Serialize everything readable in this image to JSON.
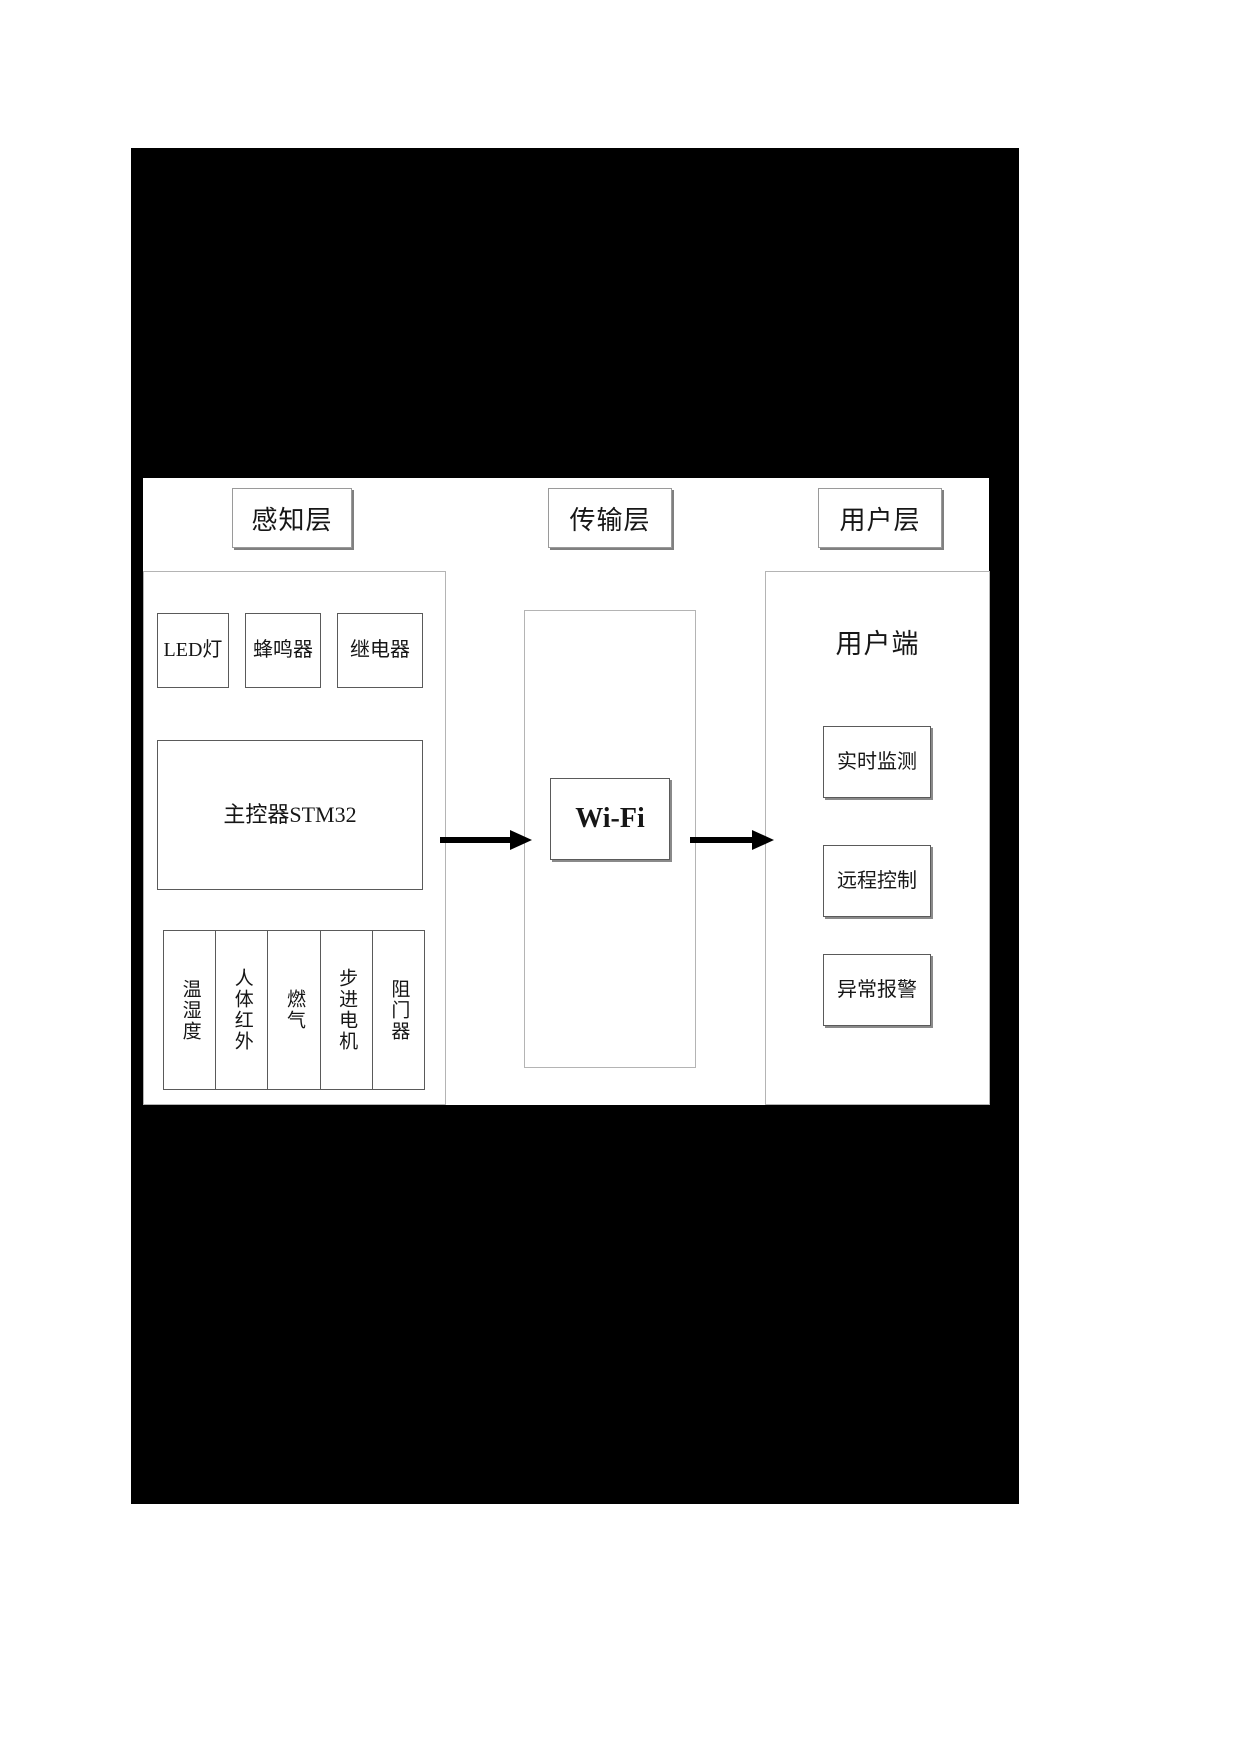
{
  "diagram": {
    "title_chips": [
      {
        "id": "perception",
        "label": "感知层"
      },
      {
        "id": "transmission",
        "label": "传输层"
      },
      {
        "id": "user",
        "label": "用户层"
      }
    ],
    "perception_layer": {
      "actuators": [
        {
          "label": "LED灯"
        },
        {
          "label": "蜂鸣器"
        },
        {
          "label": "继电器"
        }
      ],
      "controller": {
        "label": "主控器STM32"
      },
      "sensors": [
        {
          "label": "温湿度"
        },
        {
          "label": "人体红外"
        },
        {
          "label": "燃气"
        },
        {
          "label": "步进电机"
        },
        {
          "label": "阻门器"
        }
      ]
    },
    "transmission_layer": {
      "module": {
        "label": "Wi-Fi"
      }
    },
    "user_layer": {
      "client_title": "用户端",
      "functions": [
        {
          "label": "实时监测"
        },
        {
          "label": "远程控制"
        },
        {
          "label": "异常报警"
        }
      ]
    },
    "connectors": [
      {
        "id": "perception-to-transmission",
        "kind": "arrow-right"
      },
      {
        "id": "transmission-to-user",
        "kind": "arrow-right"
      }
    ],
    "colors": {
      "frame": "#000000",
      "canvas": "#ffffff",
      "box_border": "#5a5a5a",
      "panel_border": "#b4b4b4",
      "chip_border": "#9a9a9a",
      "shadow": "#808080",
      "text": "#161616"
    }
  }
}
